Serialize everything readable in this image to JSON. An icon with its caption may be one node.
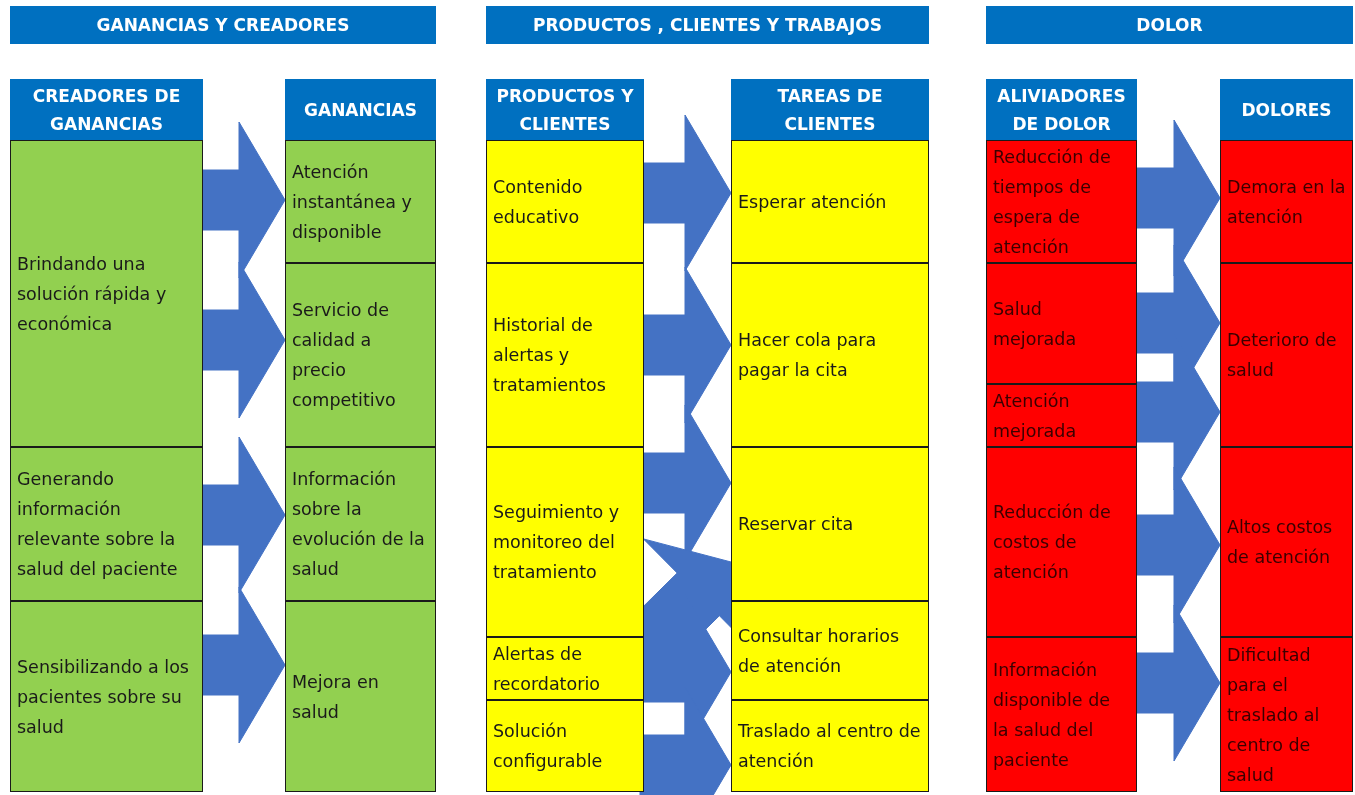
{
  "diagram": {
    "nodes": [
      {
        "text": [
          "GANANCIAS Y CREADORES"
        ]
      },
      {
        "text": [
          "PRODUCTOS , CLIENTES Y TRABAJOS"
        ]
      },
      {
        "text": [
          "DOLOR"
        ]
      },
      {
        "text": [
          "CREADORES DE GANANCIAS"
        ]
      },
      {
        "text": [
          "GANANCIAS"
        ]
      },
      {
        "text": [
          "PRODUCTOS Y CLIENTES"
        ]
      },
      {
        "text": [
          "TAREAS DE CLIENTES"
        ]
      },
      {
        "text": [
          "ALIVIADORES DE DOLOR"
        ]
      },
      {
        "text": [
          "DOLORES"
        ]
      },
      {
        "text": [
          "Brindando una solución rápida y económica"
        ]
      },
      {
        "text": [
          "Generando información relevante sobre la salud del paciente"
        ]
      },
      {
        "text": [
          "Sensibilizando a los pacientes sobre su salud"
        ]
      },
      {
        "text": [
          "Atención instantánea y disponible"
        ]
      },
      {
        "text": [
          "Servicio de calidad a precio competitivo"
        ]
      },
      {
        "text": [
          "Información sobre la evolución de la salud"
        ]
      },
      {
        "text": [
          "Mejora en salud"
        ]
      },
      {
        "text": [
          "Contenido educativo"
        ]
      },
      {
        "text": [
          "Historial de alertas y tratamientos"
        ]
      },
      {
        "text": [
          "Seguimiento y monitoreo del tratamiento"
        ]
      },
      {
        "text": [
          "Alertas de recordatorio"
        ]
      },
      {
        "text": [
          "Solución configurable"
        ]
      },
      {
        "text": [
          "Esperar atención"
        ]
      },
      {
        "text": [
          "Hacer cola para pagar la cita"
        ]
      },
      {
        "text": [
          "Reservar cita"
        ]
      },
      {
        "text": [
          "Consultar horarios de atención"
        ]
      },
      {
        "text": [
          "Traslado al centro de atención"
        ]
      },
      {
        "text": [
          "Reducción de tiempos de espera de atención"
        ]
      },
      {
        "text": [
          "Salud mejorada"
        ]
      },
      {
        "text": [
          "Atención mejorada"
        ]
      },
      {
        "text": [
          "Reducción de costos de atención"
        ]
      },
      {
        "text": [
          "Información disponible de la salud del paciente"
        ]
      },
      {
        "text": [
          "Demora en la atención"
        ]
      },
      {
        "text": [
          "Deterioro de salud"
        ]
      },
      {
        "text": [
          "Altos costos de atención"
        ]
      },
      {
        "text": [
          "Dificultad para el traslado al centro de salud"
        ]
      }
    ],
    "edges": [
      {
        "from": 9,
        "to": 12,
        "arrow": "to"
      },
      {
        "from": 9,
        "to": 13,
        "arrow": "to"
      },
      {
        "from": 10,
        "to": 14,
        "arrow": "to"
      },
      {
        "from": 11,
        "to": 15,
        "arrow": "to"
      },
      {
        "from": 16,
        "to": 21,
        "arrow": "to"
      },
      {
        "from": 17,
        "to": 22,
        "arrow": "to"
      },
      {
        "from": 18,
        "to": 23,
        "arrow": "to"
      },
      {
        "from": 19,
        "to": 23,
        "arrow": "to"
      },
      {
        "from": 19,
        "to": 24,
        "arrow": "to"
      },
      {
        "from": 20,
        "to": 25,
        "arrow": "to"
      },
      {
        "from": 26,
        "to": 31,
        "arrow": "to"
      },
      {
        "from": 27,
        "to": 32,
        "arrow": "to"
      },
      {
        "from": 28,
        "to": 32,
        "arrow": "to"
      },
      {
        "from": 29,
        "to": 33,
        "arrow": "to"
      },
      {
        "from": 30,
        "to": 34,
        "arrow": "to"
      }
    ]
  }
}
